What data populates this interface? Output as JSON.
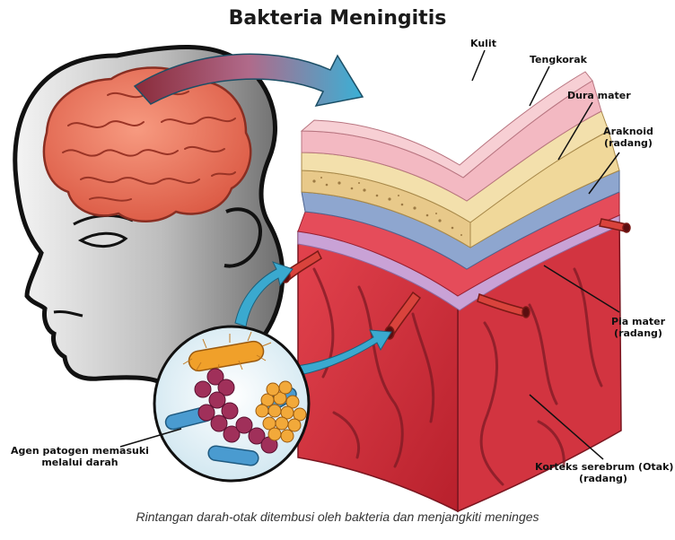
{
  "title": "Bakteria Meningitis",
  "labels": {
    "kulit": "Kulit",
    "tengkorak": "Tengkorak",
    "dura": "Dura mater",
    "araknoid_1": "Araknoid",
    "araknoid_2": "(radang)",
    "pia_1": "Pia mater",
    "pia_2": "(radang)",
    "korteks_1": "Korteks serebrum (Otak)",
    "korteks_2": "(radang)",
    "agen_1": "Agen patogen memasuki",
    "agen_2": "melalui darah"
  },
  "caption": "Rintangan darah-otak ditembusi oleh bakteria dan menjangkiti meninges",
  "colors": {
    "skin": "#f2b8c0",
    "skull": "#f2dca0",
    "dura": "#8fa5cc",
    "arachnoid": "#e05060",
    "cortex": "#d93a44",
    "brain": "#e7705a",
    "arrow": "#3aa9cf"
  }
}
